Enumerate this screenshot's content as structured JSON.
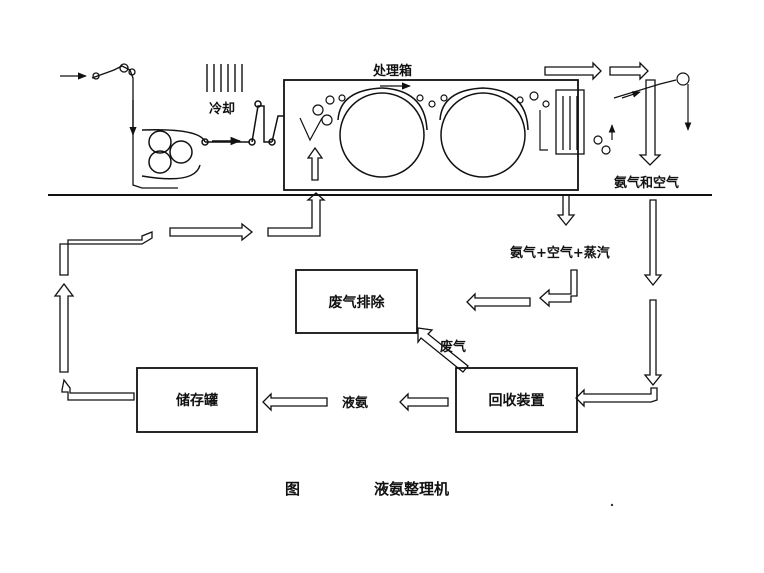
{
  "labels": {
    "treatment_box": "处理箱",
    "cooling": "冷却",
    "ammonia_air": "氨气和空气",
    "ammonia_air_steam": "氨气+空气+蒸汽",
    "exhaust_removal": "废气排除",
    "exhaust": "废气",
    "storage_tank": "储存罐",
    "liquid_ammonia": "液氨",
    "recovery_device": "回收装置"
  },
  "caption": {
    "figure": "图",
    "title": "液氨整理机"
  }
}
